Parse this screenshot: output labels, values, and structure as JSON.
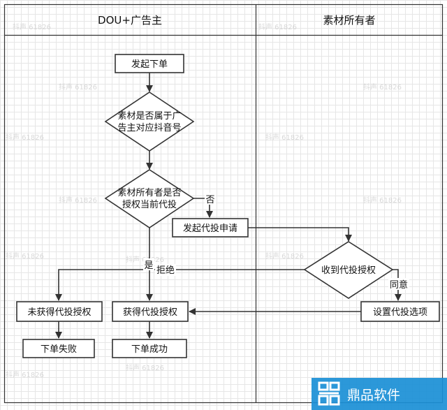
{
  "lanes": {
    "left": "DOU+广告主",
    "right": "素材所有者"
  },
  "nodes": {
    "start": "发起下单",
    "q1_line1": "素材是否属于广",
    "q1_line2": "告主对应抖音号",
    "q2_line1": "素材所有者是否",
    "q2_line2": "授权当前代投",
    "apply": "发起代投申请",
    "receive": "收到代投授权",
    "not_got": "未获得代投授权",
    "got": "获得代投授权",
    "set_option": "设置代投选项",
    "fail": "下单失败",
    "success": "下单成功"
  },
  "edges": {
    "no": "否",
    "yes": "是",
    "reject": "拒绝",
    "agree": "同意"
  },
  "watermark": "抖声 61826",
  "brand": {
    "logo_icon": "dingpin-logo-icon",
    "name": "鼎品软件",
    "color": "#1a8fd6"
  }
}
